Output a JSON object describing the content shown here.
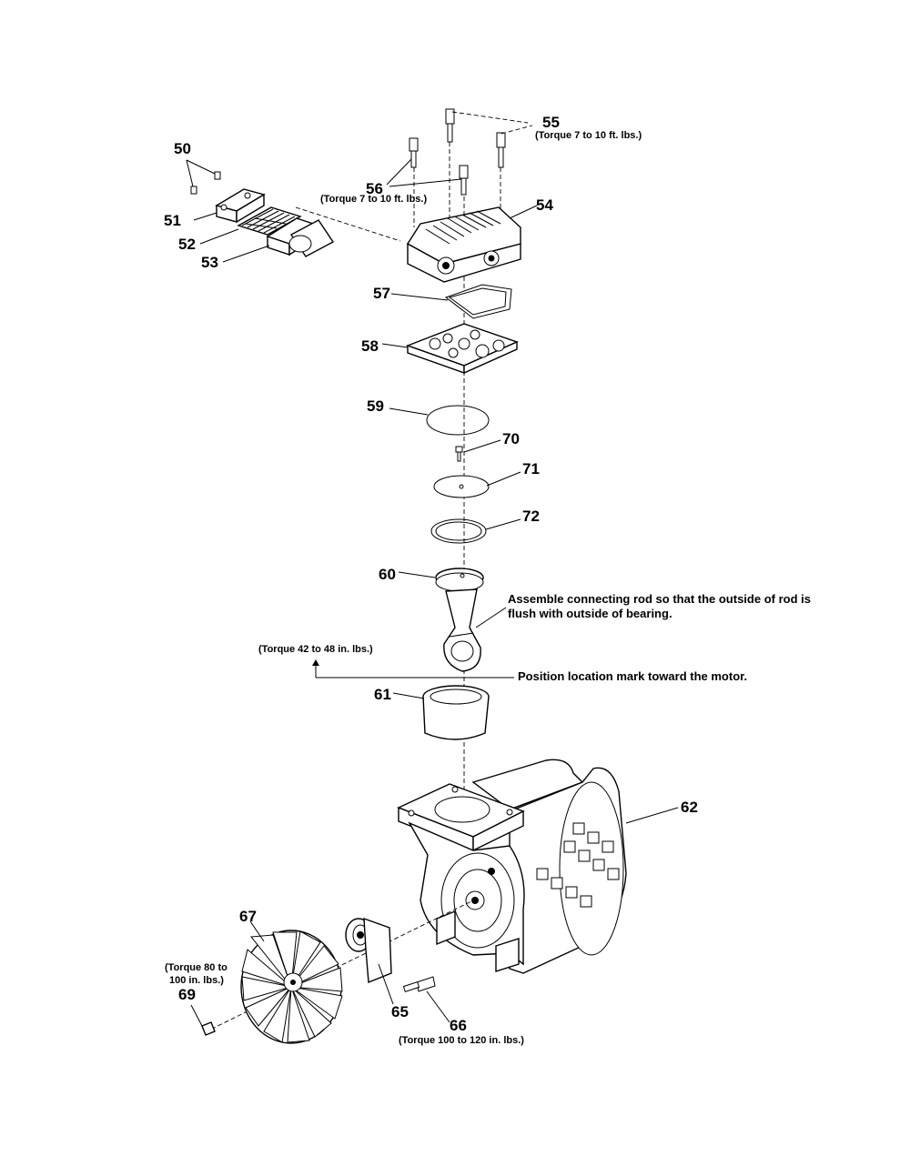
{
  "labels": {
    "p50": "50",
    "p51": "51",
    "p52": "52",
    "p53": "53",
    "p54": "54",
    "p55": "55",
    "p56": "56",
    "p57": "57",
    "p58": "58",
    "p59": "59",
    "p60": "60",
    "p61": "61",
    "p62": "62",
    "p65": "65",
    "p66": "66",
    "p67": "67",
    "p69": "69",
    "p70": "70",
    "p71": "71",
    "p72": "72"
  },
  "torque": {
    "t55": "(Torque 7 to 10 ft. lbs.)",
    "t56": "(Torque 7 to 10 ft. lbs.)",
    "t_rod": "(Torque 42 to 48 in. lbs.)",
    "t69_line1": "(Torque 80 to",
    "t69_line2": "100 in. lbs.)",
    "t66": "(Torque 100 to 120 in. lbs.)"
  },
  "notes": {
    "rod_line1": "Assemble connecting rod so that the outside of  rod is",
    "rod_line2": "flush with outside of bearing.",
    "mark": "Position location mark toward the motor."
  }
}
